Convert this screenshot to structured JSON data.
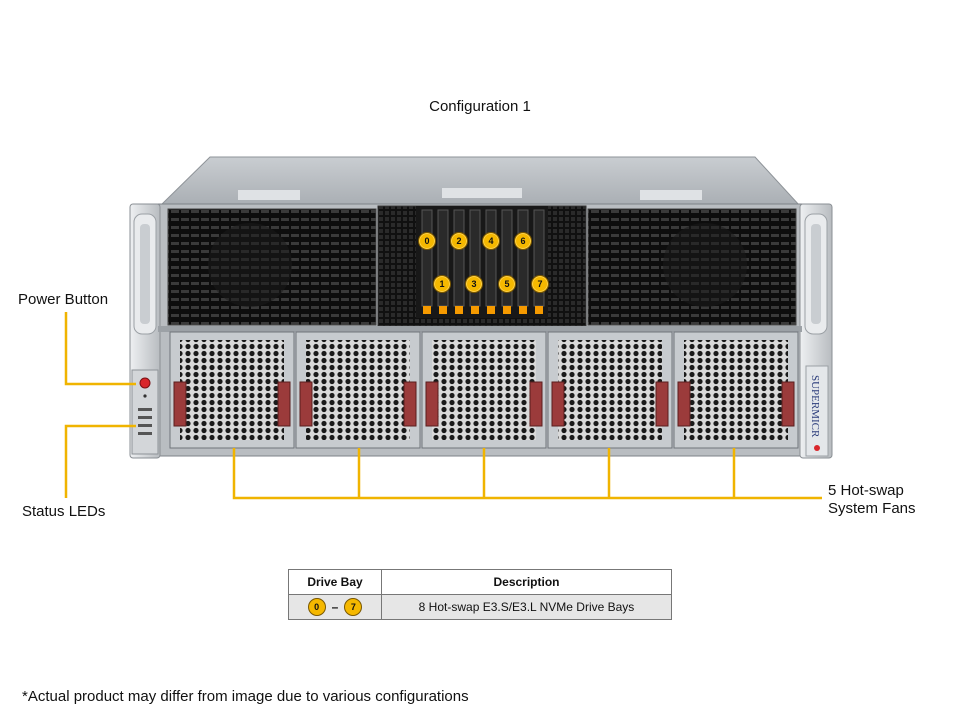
{
  "diagram": {
    "title": "Configuration 1",
    "callouts": {
      "power_button": "Power Button",
      "status_leds": "Status LEDs",
      "fans_line1": "5 Hot-swap",
      "fans_line2": "System Fans"
    },
    "brand_text": "SUPERMICR",
    "drive_bays": [
      "0",
      "2",
      "4",
      "6",
      "1",
      "3",
      "5",
      "7"
    ],
    "highlight_color": "#f5b800",
    "line_color": "#f0b400"
  },
  "legend": {
    "headers": [
      "Drive Bay",
      "Description"
    ],
    "row": {
      "range_start": "0",
      "range_sep": "–",
      "range_end": "7",
      "description": "8 Hot-swap E3.S/E3.L NVMe Drive Bays"
    }
  },
  "footnote": "*Actual product may differ from image due to various configurations"
}
